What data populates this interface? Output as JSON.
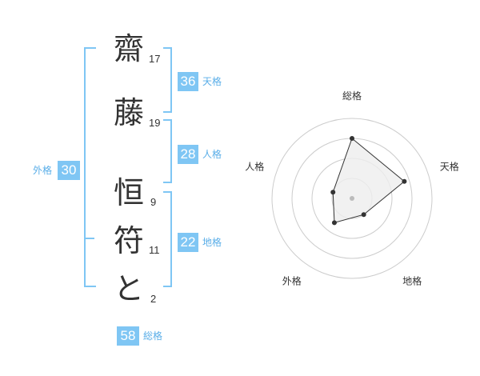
{
  "name_chars": [
    {
      "char": "齋",
      "strokes": "17"
    },
    {
      "char": "藤",
      "strokes": "19"
    },
    {
      "char": "恒",
      "strokes": "9"
    },
    {
      "char": "符",
      "strokes": "11"
    },
    {
      "char": "と",
      "strokes": "2"
    }
  ],
  "kakusu": {
    "tenkaku": {
      "value": "36",
      "label": "天格"
    },
    "jinkaku": {
      "value": "28",
      "label": "人格"
    },
    "chikaku": {
      "value": "22",
      "label": "地格"
    },
    "gaikaku": {
      "value": "30",
      "label": "外格"
    },
    "soukaku": {
      "value": "58",
      "label": "総格"
    }
  },
  "radar": {
    "axis_labels": [
      "総格",
      "天格",
      "地格",
      "外格",
      "人格"
    ],
    "levels": 4,
    "values": [
      3.0,
      2.75,
      1.0,
      1.5,
      1.0
    ],
    "max": 4,
    "colors": {
      "ring": "#cccccc",
      "fill": "#eeeeee",
      "stroke": "#333333",
      "point": "#333333",
      "center": "#bbbbbb"
    }
  },
  "colors": {
    "bracket": "#7fc6f4",
    "badge": "#7fc6f4",
    "label": "#5aaee8"
  }
}
